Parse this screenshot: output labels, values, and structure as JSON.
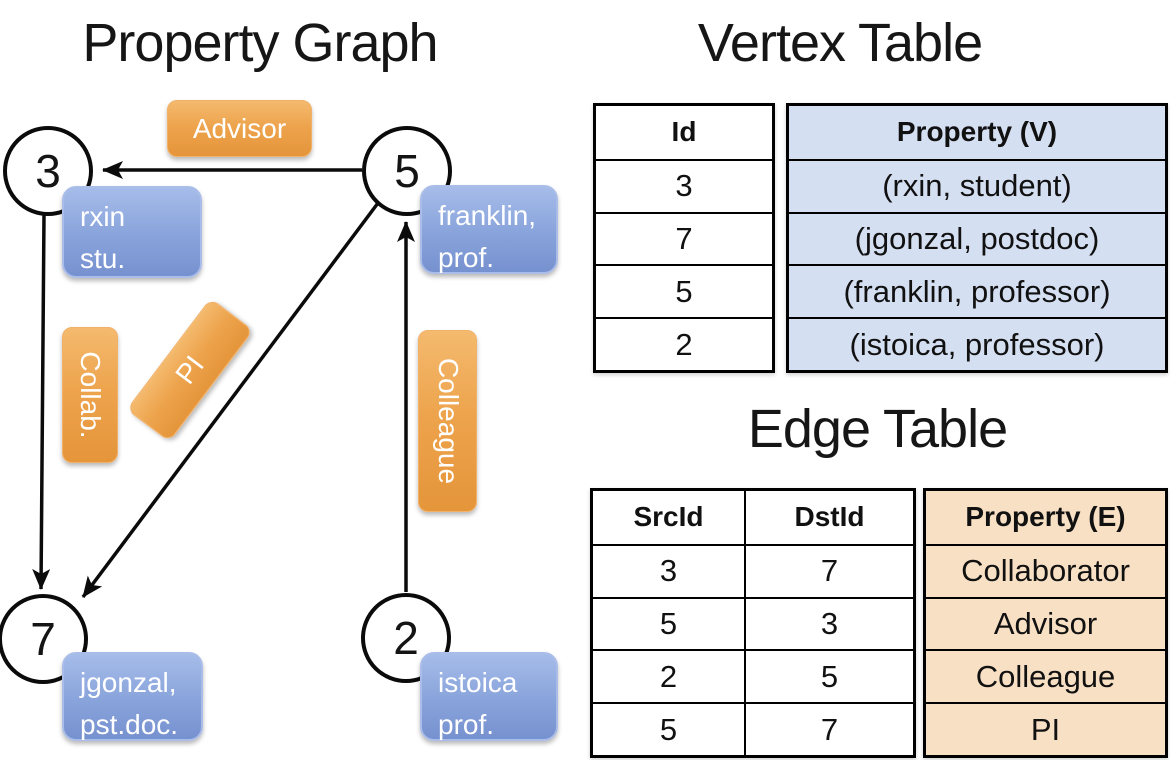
{
  "slide": {
    "graph_title": "Property Graph",
    "vertex_table_title": "Vertex Table",
    "edge_table_title": "Edge Table"
  },
  "graph": {
    "nodes": [
      {
        "id": "3",
        "property_line1": "rxin",
        "property_line2": "stu."
      },
      {
        "id": "5",
        "property_line1": "franklin,",
        "property_line2": "prof."
      },
      {
        "id": "7",
        "property_line1": "jgonzal,",
        "property_line2": "pst.doc."
      },
      {
        "id": "2",
        "property_line1": "istoica",
        "property_line2": "prof."
      }
    ],
    "edges": [
      {
        "label": "Advisor",
        "src": "5",
        "dst": "3"
      },
      {
        "label": "Collab.",
        "src": "3",
        "dst": "7"
      },
      {
        "label": "PI",
        "src": "5",
        "dst": "7"
      },
      {
        "label": "Colleague",
        "src": "2",
        "dst": "5"
      }
    ]
  },
  "vertex_table": {
    "columns": {
      "id": "Id",
      "property": "Property (V)"
    },
    "rows": [
      [
        "3",
        "(rxin, student)"
      ],
      [
        "7",
        "(jgonzal, postdoc)"
      ],
      [
        "5",
        "(franklin, professor)"
      ],
      [
        "2",
        "(istoica, professor)"
      ]
    ]
  },
  "edge_table": {
    "columns": {
      "src": "SrcId",
      "dst": "DstId",
      "property": "Property (E)"
    },
    "rows": [
      [
        "3",
        "7",
        "Collaborator"
      ],
      [
        "5",
        "3",
        "Advisor"
      ],
      [
        "2",
        "5",
        "Colleague"
      ],
      [
        "5",
        "7",
        "PI"
      ]
    ]
  },
  "colors": {
    "edge_label_orange": "#EDA34C",
    "vertex_property_blue": "#8AA5DC",
    "vertex_table_fill": "#D5DFF2",
    "edge_table_fill": "#F8E0C4",
    "line_black": "#0B0B0B"
  }
}
